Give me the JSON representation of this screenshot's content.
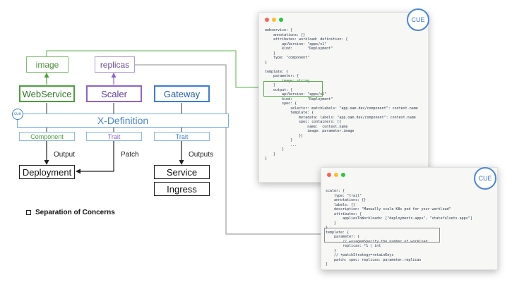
{
  "diagram": {
    "image_label": "image",
    "replicas_label": "replicas",
    "webservice_label": "WebService",
    "scaler_label": "Scaler",
    "gateway_label": "Gateway",
    "cue_badge": "cue",
    "xdefinition_label": "X-Definition",
    "component_label": "Component",
    "trait1_label": "Trait",
    "trait2_label": "Trait",
    "output_label": "Output",
    "patch_label": "Patch",
    "outputs_label": "Outputs",
    "deployment_label": "Deployment",
    "service_label": "Service",
    "ingress_label": "Ingress",
    "separation_label": "Separation of Concerns"
  },
  "colors": {
    "green": "#4aa13a",
    "purple": "#8f63c9",
    "blue": "#3a7fd1",
    "light_blue": "#7aaee8",
    "highlight_green": "#58b04a",
    "highlight_gray": "#8c8c8c"
  },
  "code_window_1": {
    "cue_label": "CUE",
    "code": "webservice: {\n    annotations: {}\n    attributes: workload: definition: {\n        apiVersion: \"apps/v1\"\n        kind:       \"Deployment\"\n    }\n    type: \"component\"\n}\n\ntemplate: {\n    parameter: {\n        image: string\n    }\n    output: {\n        apiVersion: \"apps/v1\"\n        kind:       \"Deployment\"\n        spec: {\n            selector: matchLabels: \"app.oam.dev/component\": context.name\n            template: {\n                metadata: labels: \"app.oam.dev/component\": context.name\n                spec: containers: [{\n                    name:  context.name\n                    image: parameter.image\n                }]\n            }\n            ...\n        }\n    }\n}"
  },
  "code_window_2": {
    "cue_label": "CUE",
    "code": "scaler: {\n    type: \"trait\"\n    annotations: {}\n    labels: {}\n    description: \"Manually scale K8s pod for your workload\"\n    attributes: {\n        appliesToWorkloads: [\"deployments.apps\", \"statefulsets.apps\"]\n    }\n}\ntemplate: {\n    parameter: {\n        // +usage=Specify the number of workload\n        replicas: *1 | int\n    }\n    // +patchStrategy=retainKeys\n    patch: spec: replicas: parameter.replicas\n}"
  }
}
